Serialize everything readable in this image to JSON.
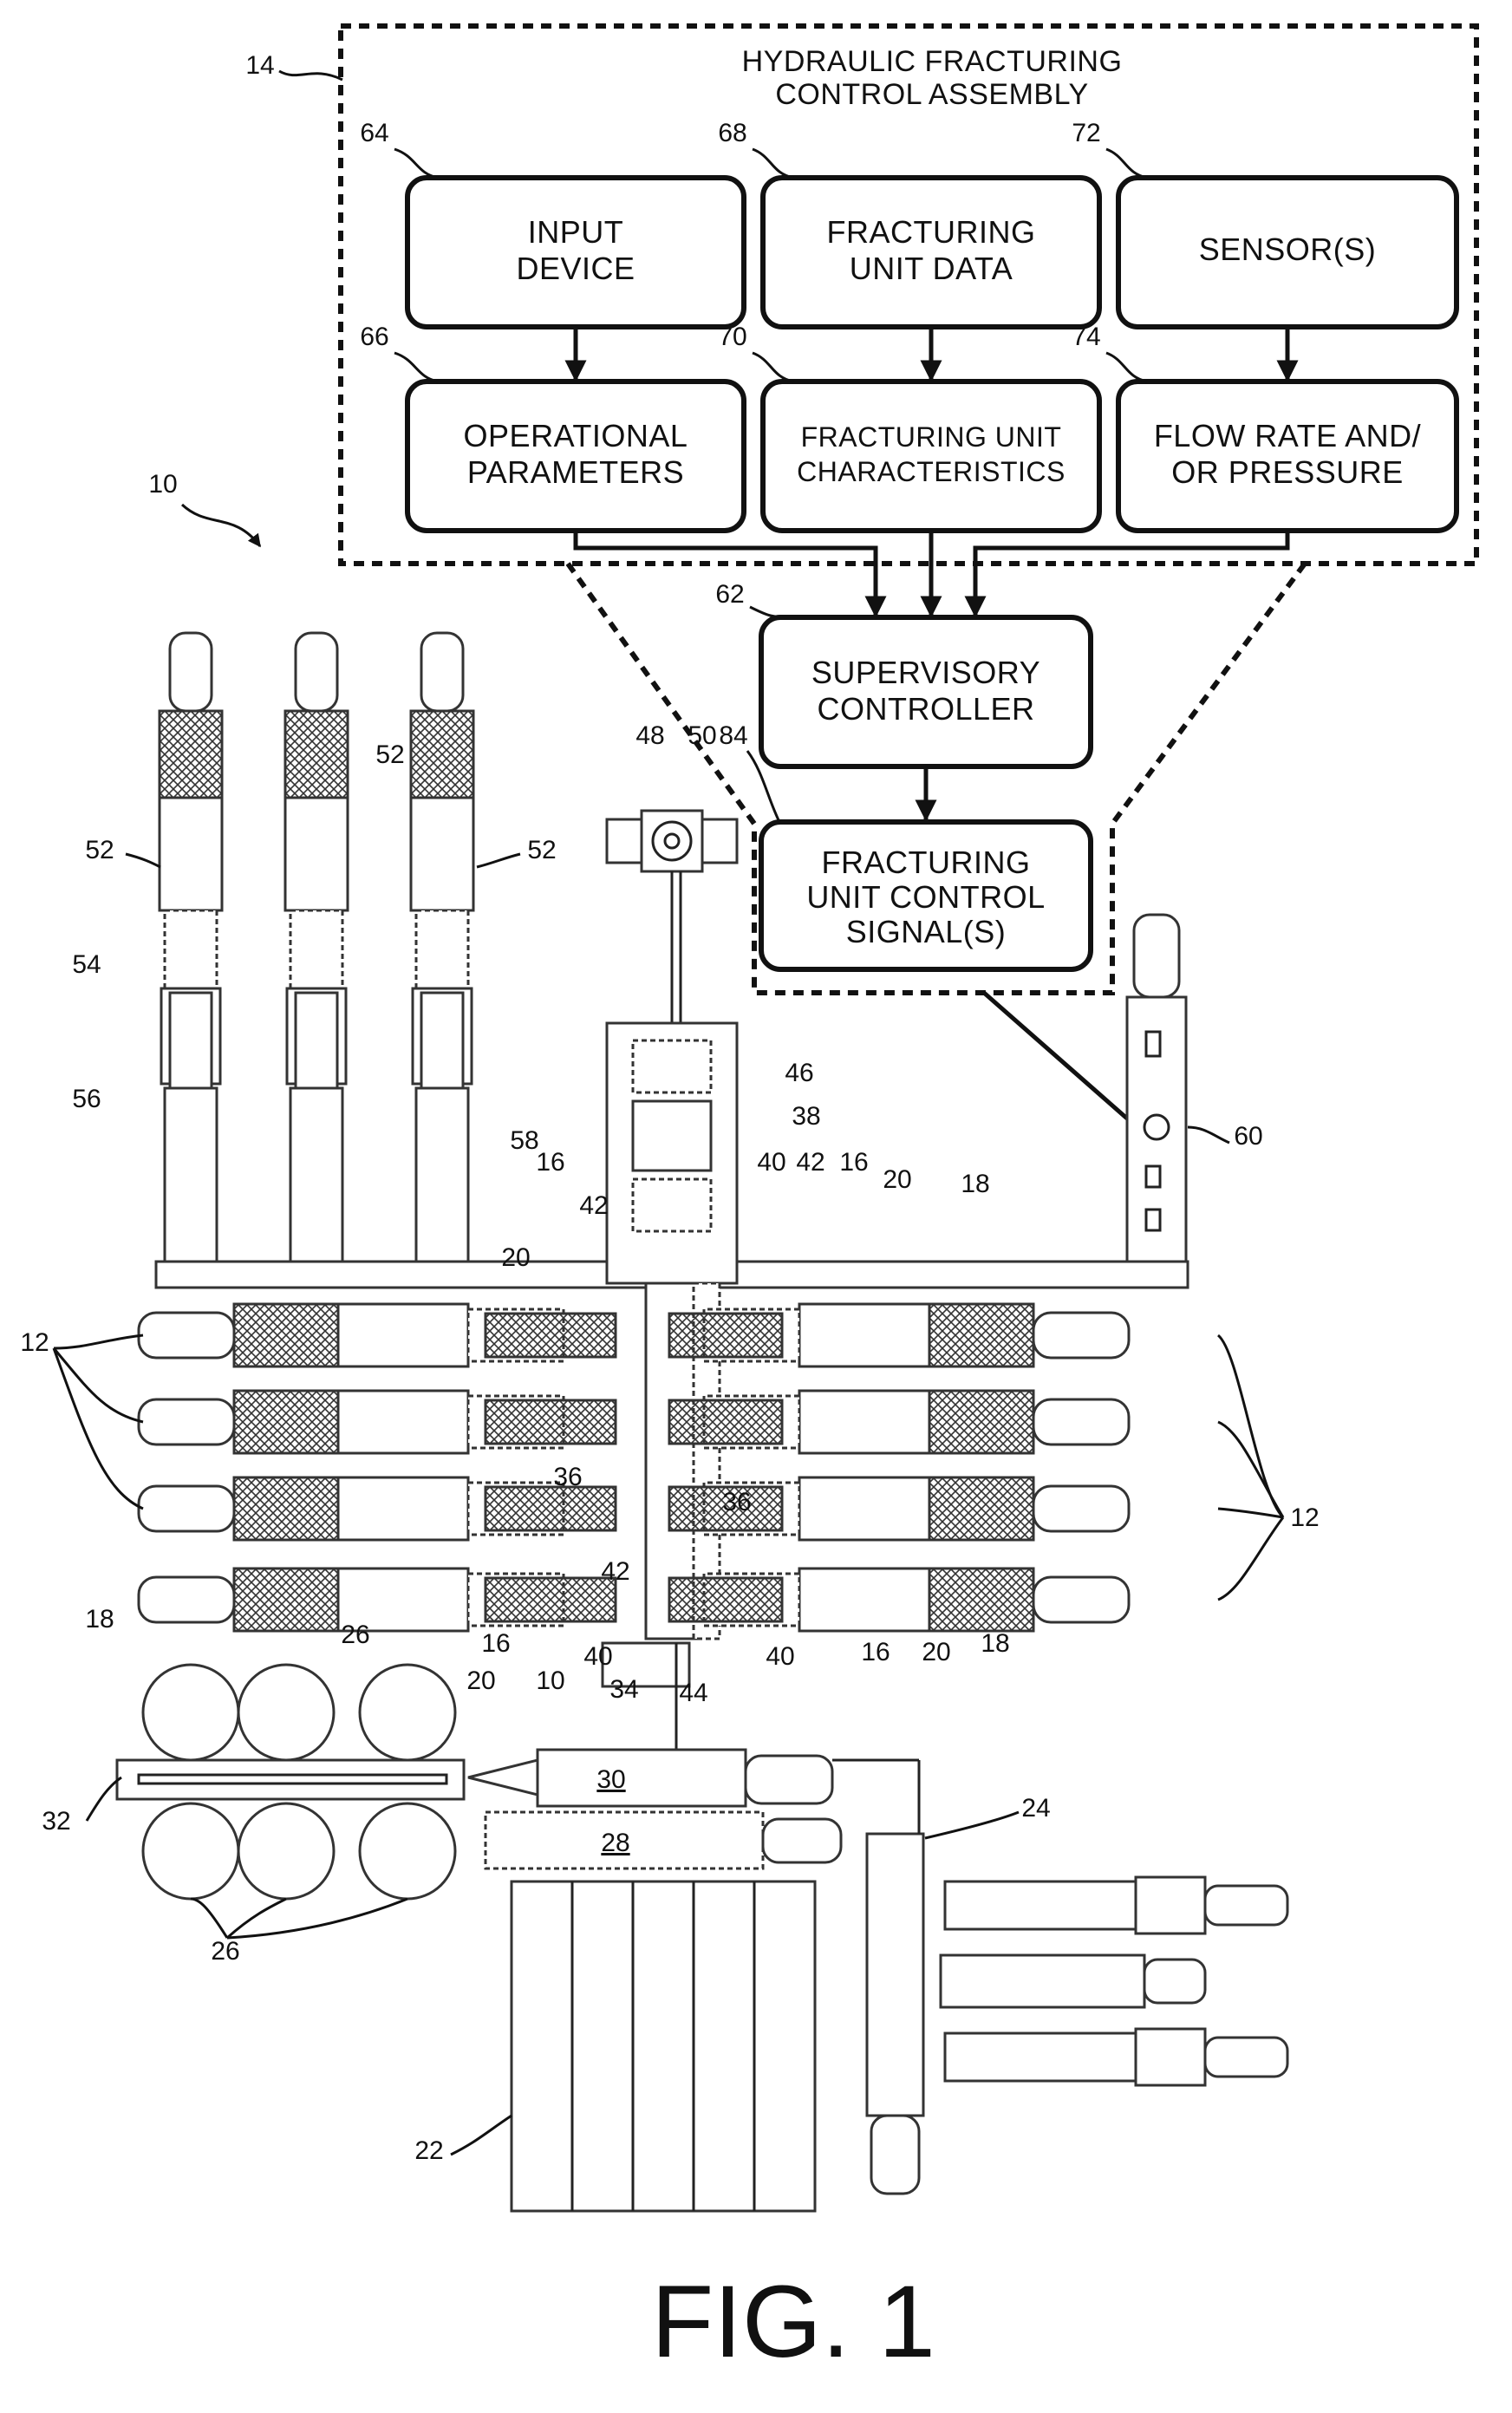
{
  "assembly": {
    "ref": "14",
    "title_line1": "HYDRAULIC FRACTURING",
    "title_line2": "CONTROL ASSEMBLY"
  },
  "blocks": {
    "input_device": {
      "ref": "64",
      "line1": "INPUT",
      "line2": "DEVICE"
    },
    "fracturing_unit_data": {
      "ref": "68",
      "line1": "FRACTURING",
      "line2": "UNIT DATA"
    },
    "sensors": {
      "ref": "72",
      "line1": "SENSOR(S)"
    },
    "operational_parameters": {
      "ref": "66",
      "line1": "OPERATIONAL",
      "line2": "PARAMETERS"
    },
    "fracturing_unit_characteristics": {
      "ref": "70",
      "line1": "FRACTURING UNIT",
      "line2": "CHARACTERISTICS"
    },
    "flow_rate_pressure": {
      "ref": "74",
      "line1": "FLOW RATE AND/",
      "line2": "OR PRESSURE"
    },
    "supervisory_controller": {
      "ref": "62",
      "line1": "SUPERVISORY",
      "line2": "CONTROLLER"
    },
    "control_signals": {
      "ref": "84",
      "line1": "FRACTURING",
      "line2": "UNIT CONTROL",
      "line3": "SIGNAL(S)"
    }
  },
  "system": {
    "ref": "10",
    "labels": {
      "ref_48": "48",
      "ref_50": "50",
      "ref_52a": "52",
      "ref_52b": "52",
      "ref_52c": "52",
      "ref_54": "54",
      "ref_56": "56",
      "ref_58": "58",
      "ref_60": "60",
      "ref_46": "46",
      "ref_38": "38",
      "ref_40a": "40",
      "ref_42a": "42",
      "ref_16a": "16",
      "ref_20a": "20",
      "ref_42b": "42",
      "ref_16b": "16",
      "ref_20b": "20",
      "ref_18a": "18",
      "ref_12l": "12",
      "ref_12r": "12",
      "ref_36a": "36",
      "ref_36b": "36",
      "ref_42c": "42",
      "ref_18b": "18",
      "ref_26a": "26",
      "ref_20c": "20",
      "ref_16c": "16",
      "ref_10b": "10",
      "ref_40b": "40",
      "ref_34": "34",
      "ref_44": "44",
      "ref_40c": "40",
      "ref_16d": "16",
      "ref_20d": "20",
      "ref_18c": "18",
      "ref_30": "30",
      "ref_32": "32",
      "ref_28": "28",
      "ref_24": "24",
      "ref_26b": "26",
      "ref_22": "22"
    }
  },
  "figure_label": "FIG. 1"
}
